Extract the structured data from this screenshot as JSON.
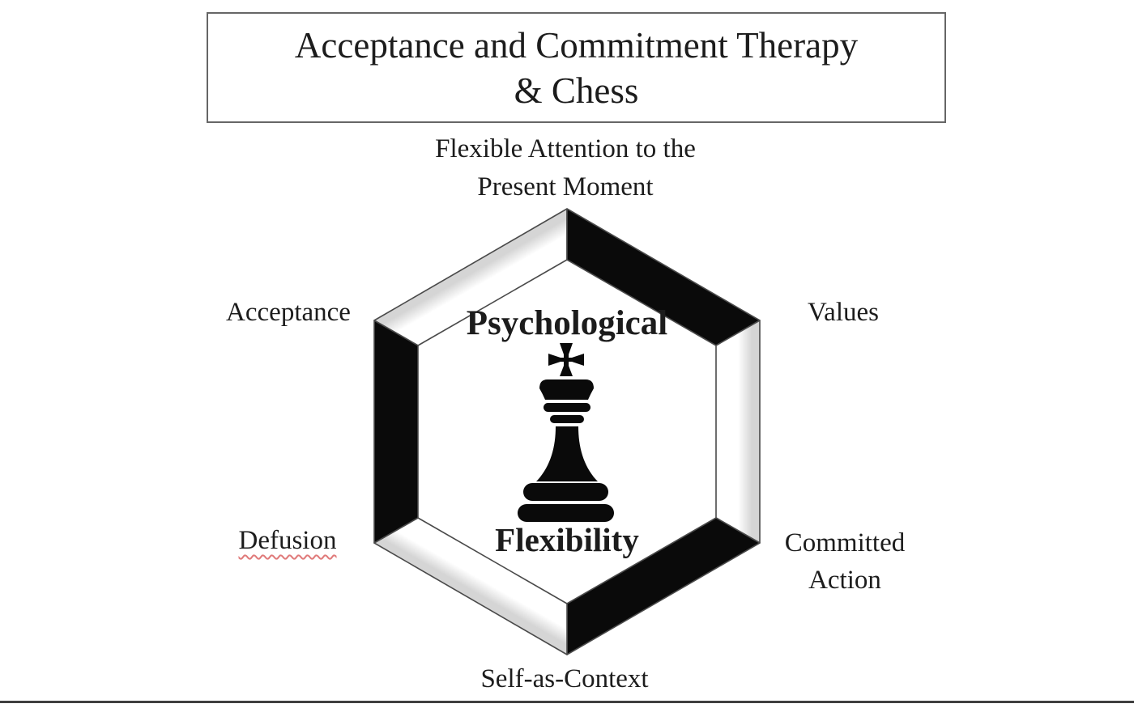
{
  "title": {
    "line1": "Acceptance and Commitment Therapy",
    "line2": "& Chess"
  },
  "center": {
    "top_word": "Psychological",
    "bottom_word": "Flexibility",
    "icon": "chess-king"
  },
  "labels": {
    "present_moment": {
      "line1": "Flexible Attention to the",
      "line2": "Present Moment"
    },
    "acceptance": "Acceptance",
    "values": "Values",
    "defusion": "Defusion",
    "committed_action": {
      "line1": "Committed",
      "line2": "Action"
    },
    "self_as_context": "Self-as-Context"
  },
  "colors": {
    "ink": "#1c1c1c",
    "frame-black": "#0a0a0a",
    "bevel-light": "#ffffff",
    "bevel-gray": "#d5d5d5",
    "outline": "#4a4a4a",
    "box-border": "#666666",
    "squiggle": "#e07a7a",
    "bottom-rule": "#3f3f3f",
    "background": "#ffffff"
  }
}
